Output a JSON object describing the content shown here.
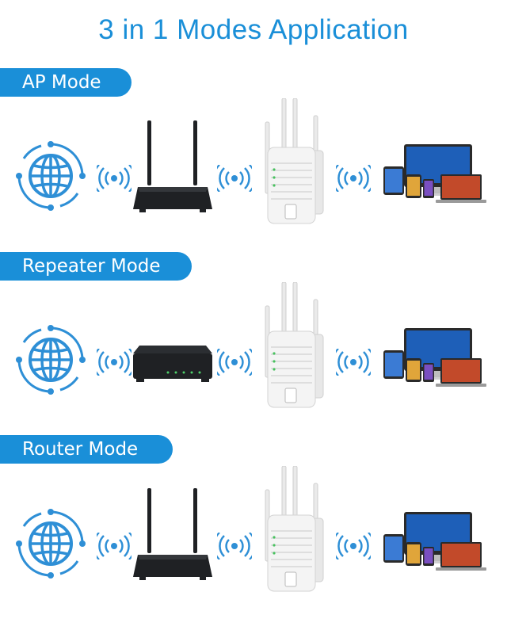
{
  "title": "3 in 1 Modes Application",
  "colors": {
    "title": "#1a8fd8",
    "label_bg": "#1a8fd8",
    "icon": "#2e8fd6",
    "router": "#1f2124",
    "extender": "#f4f4f4",
    "screen": "#1e5fb8"
  },
  "modes": [
    {
      "label": "AP Mode",
      "source_device": "wireless-router"
    },
    {
      "label": "Repeater Mode",
      "source_device": "network-switch"
    },
    {
      "label": "Router Mode",
      "source_device": "wireless-router"
    }
  ],
  "icons": [
    "globe-network-icon",
    "wifi-signal-icon",
    "wifi-extender-icon",
    "devices-icon"
  ]
}
